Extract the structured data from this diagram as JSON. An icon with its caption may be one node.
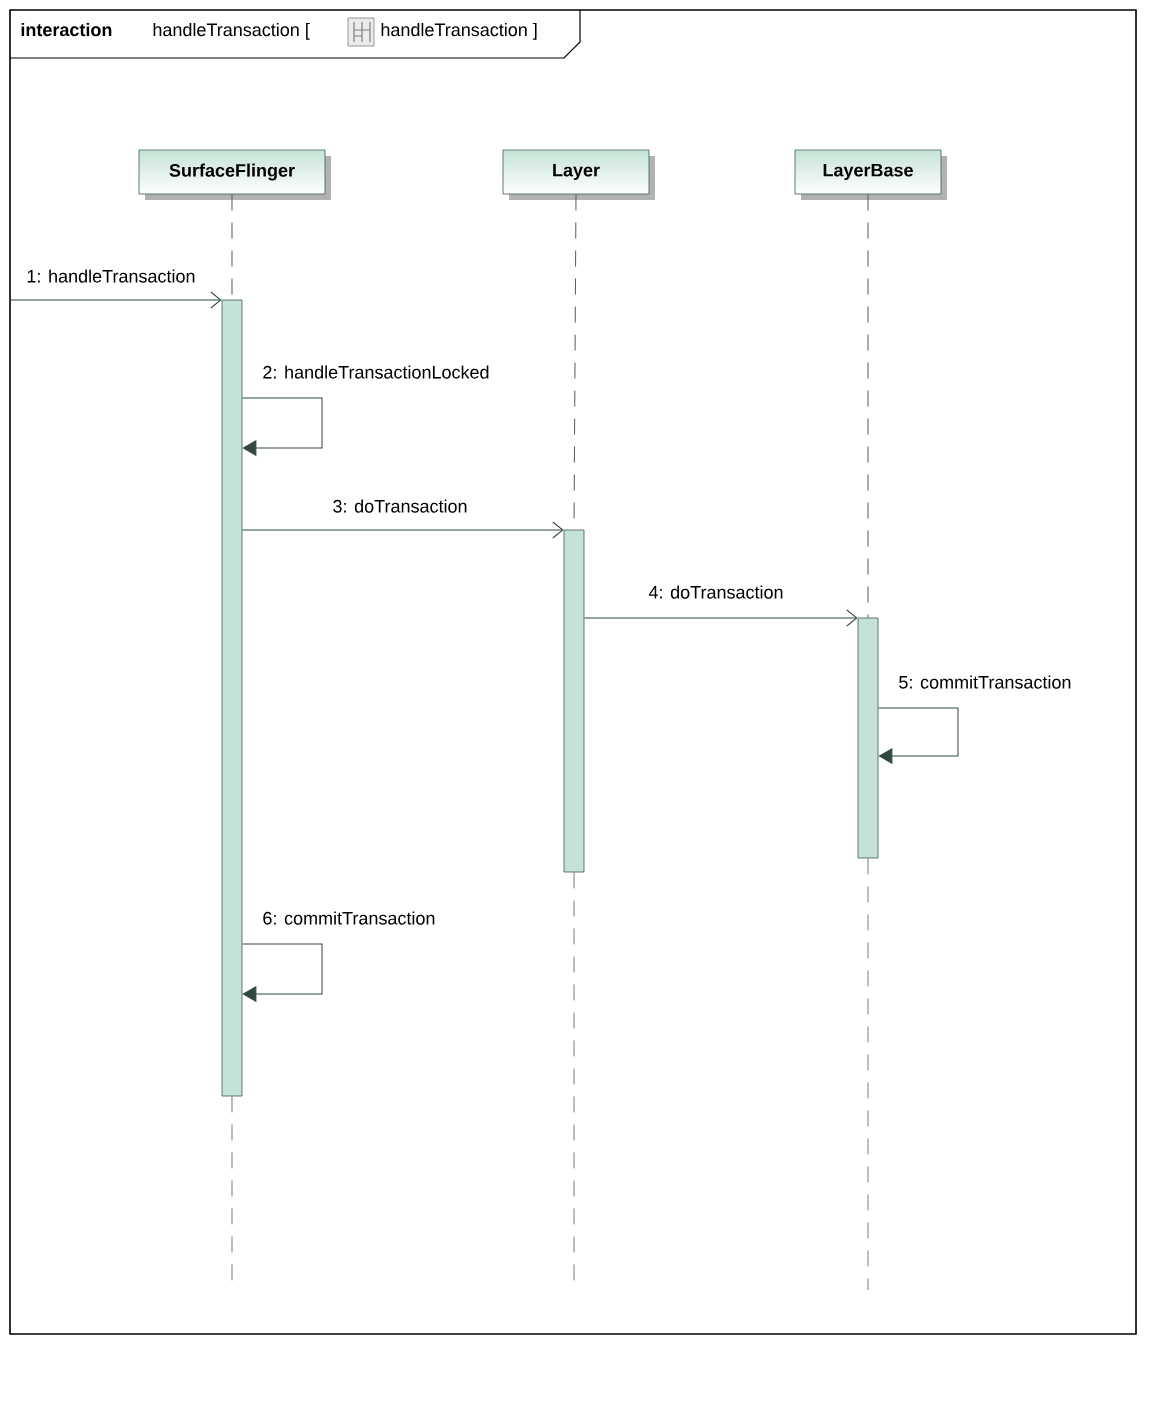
{
  "diagram": {
    "nodes": [
      {
        "text": [
          "interaction",
          "handleTransaction [",
          "handleTransaction ]"
        ]
      },
      {
        "text": [
          "SurfaceFlinger"
        ],
        "in": 0
      },
      {
        "text": [
          "Layer"
        ],
        "in": 0
      },
      {
        "text": [
          "LayerBase"
        ],
        "in": 0
      },
      {
        "text": [],
        "shape": "bar",
        "in": 0
      },
      {
        "text": [],
        "shape": "bar",
        "in": 0
      },
      {
        "text": [],
        "shape": "bar",
        "in": 0
      }
    ],
    "edges": [
      {
        "from": 1,
        "to": 4,
        "arrow": "none",
        "style": "dashed"
      },
      {
        "from": 2,
        "to": 5,
        "arrow": "none",
        "style": "dashed"
      },
      {
        "from": 3,
        "to": 6,
        "arrow": "none",
        "style": "dashed"
      },
      {
        "from": null,
        "to": 4,
        "arrow": "to",
        "label": "1: handleTransaction"
      },
      {
        "from": 4,
        "to": 4,
        "arrow": "to",
        "label": "2: handleTransactionLocked"
      },
      {
        "from": 4,
        "to": 5,
        "arrow": "to",
        "label": "3: doTransaction"
      },
      {
        "from": 5,
        "to": 6,
        "arrow": "to",
        "label": "4: doTransaction"
      },
      {
        "from": 6,
        "to": 6,
        "arrow": "to",
        "label": "5: commitTransaction"
      },
      {
        "from": 4,
        "to": 4,
        "arrow": "to",
        "label": "6: commitTransaction"
      }
    ]
  }
}
